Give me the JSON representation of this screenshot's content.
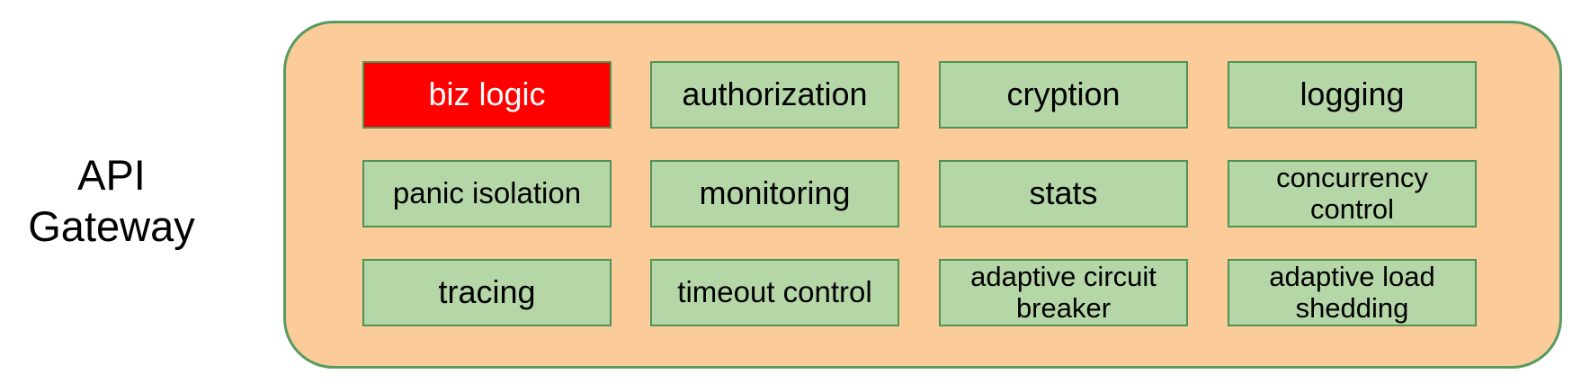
{
  "diagram": {
    "title": "API Gateway",
    "colors": {
      "container_fill": "#FBCB99",
      "container_border": "#579B60",
      "box_fill": "#B5D6A7",
      "box_border": "#4F9355",
      "highlight_fill": "#FF0000",
      "highlight_text": "#FFFFFF",
      "text": "#000000"
    },
    "boxes": [
      {
        "label": "biz logic",
        "highlighted": true
      },
      {
        "label": "authorization",
        "highlighted": false
      },
      {
        "label": "cryption",
        "highlighted": false
      },
      {
        "label": "logging",
        "highlighted": false
      },
      {
        "label": "panic isolation",
        "highlighted": false
      },
      {
        "label": "monitoring",
        "highlighted": false
      },
      {
        "label": "stats",
        "highlighted": false
      },
      {
        "label": "concurrency control",
        "highlighted": false
      },
      {
        "label": "tracing",
        "highlighted": false
      },
      {
        "label": "timeout control",
        "highlighted": false
      },
      {
        "label": "adaptive circuit breaker",
        "highlighted": false
      },
      {
        "label": "adaptive load shedding",
        "highlighted": false
      }
    ]
  }
}
